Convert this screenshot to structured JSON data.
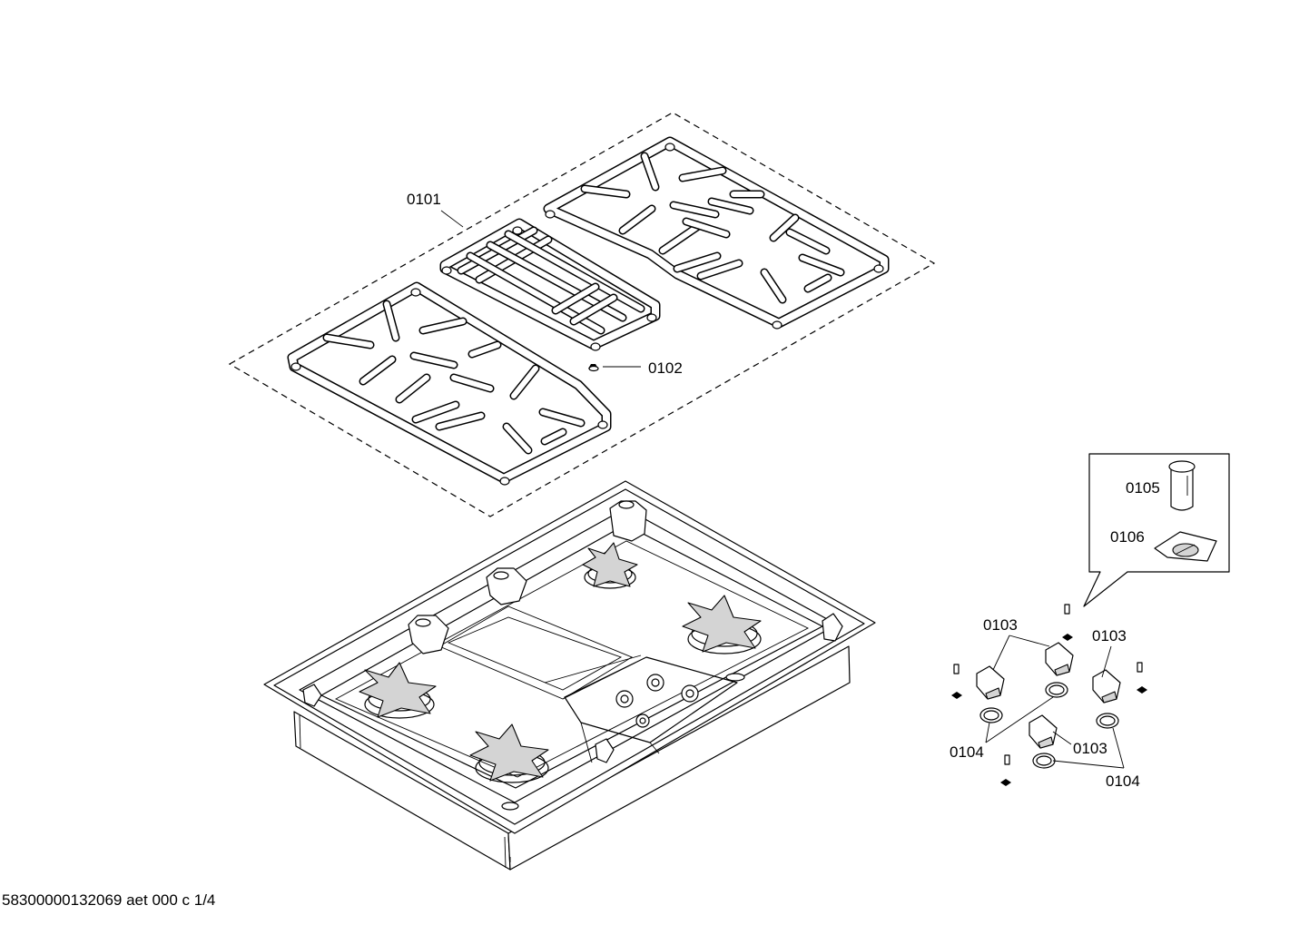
{
  "diagram": {
    "labels": {
      "grates_assembly": "0101",
      "grate_foot": "0102",
      "knob_left": "0103",
      "knob_right": "0103",
      "knob_bottom": "0103",
      "ring_left": "0104",
      "ring_right": "0104",
      "knob_insert": "0105",
      "knob_clip": "0106"
    },
    "footer": "58300000132069 aet 000 c 1/4"
  }
}
